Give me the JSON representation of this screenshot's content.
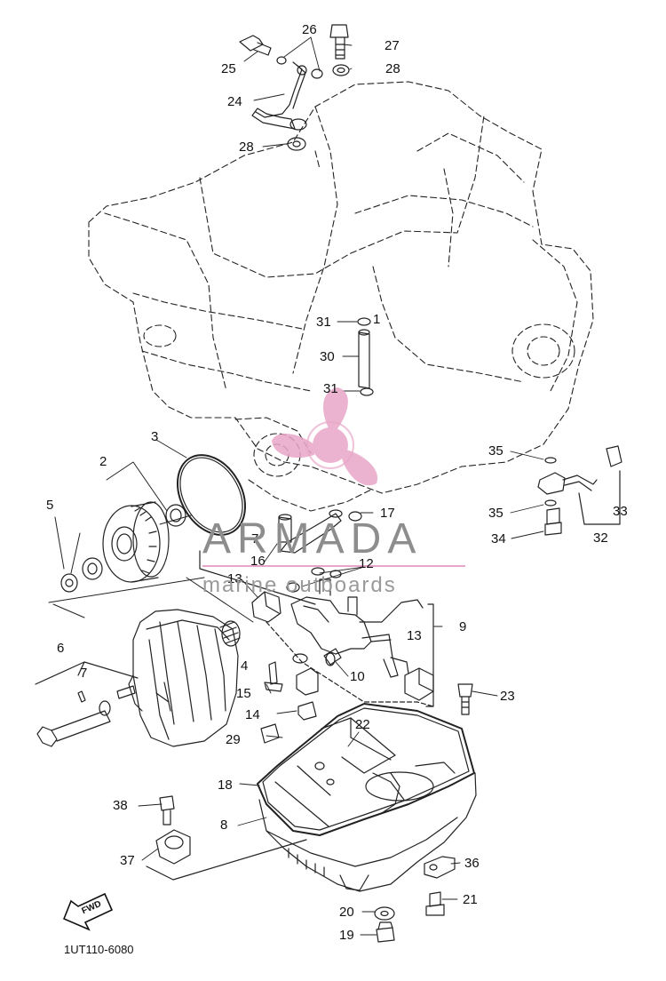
{
  "callouts": [
    "1",
    "2",
    "3",
    "4",
    "5",
    "6",
    "7",
    "8",
    "9",
    "10",
    "12",
    "13",
    "14",
    "15",
    "16",
    "17",
    "18",
    "19",
    "20",
    "21",
    "22",
    "23",
    "24",
    "25",
    "26",
    "27",
    "28",
    "29",
    "30",
    "31",
    "32",
    "33",
    "34",
    "35",
    "36",
    "37",
    "38"
  ],
  "watermark": {
    "brand": "ARMADA",
    "tagline": "marine outboards",
    "color_pink": "#e8a6c8",
    "color_gray": "#8d8d8d",
    "logo_icon": "propeller-icon"
  },
  "drawing_code": "1UT110-6080",
  "fwd_label": "FWD"
}
